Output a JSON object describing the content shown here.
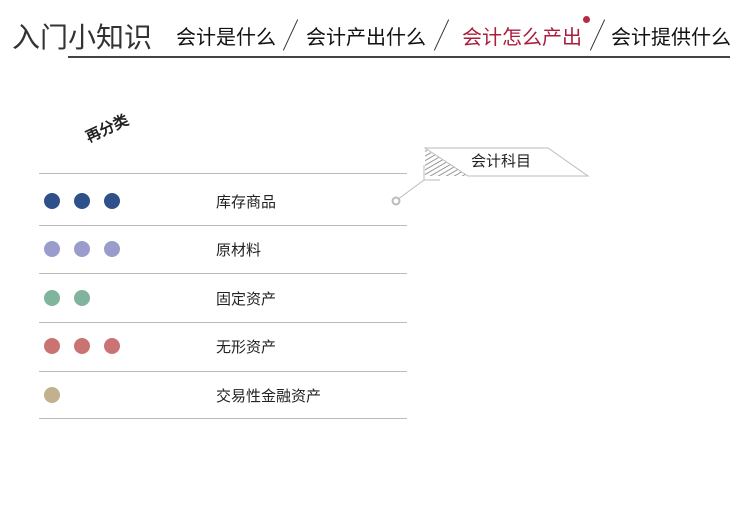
{
  "header": {
    "title": "入门小知识",
    "tabs": [
      {
        "label": "会计是什么",
        "active": false
      },
      {
        "label": "会计产出什么",
        "active": false
      },
      {
        "label": "会计怎么产出",
        "active": true
      },
      {
        "label": "会计提供什么",
        "active": false
      }
    ],
    "accent": "#a81e3c"
  },
  "section": {
    "subtitle": "再分类",
    "callout": "会计科目",
    "rows": [
      {
        "label": "库存商品",
        "dots": 3,
        "color": "#2f5189"
      },
      {
        "label": "原材料",
        "dots": 3,
        "color": "#9a9dcc"
      },
      {
        "label": "固定资产",
        "dots": 2,
        "color": "#80b49c"
      },
      {
        "label": "无形资产",
        "dots": 3,
        "color": "#c97473"
      },
      {
        "label": "交易性金融资产",
        "dots": 1,
        "color": "#c2b08e"
      }
    ]
  }
}
